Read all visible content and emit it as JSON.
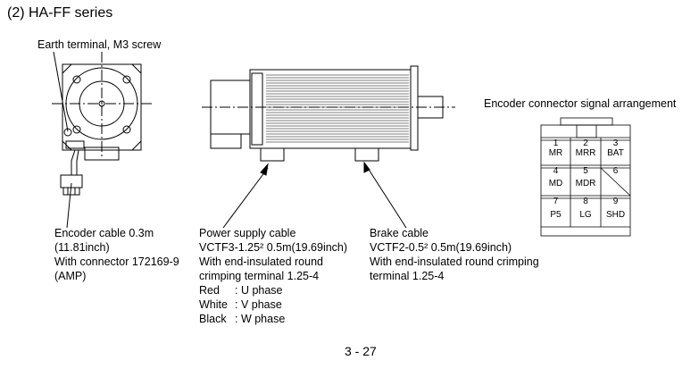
{
  "section_title": "(2) HA-FF series",
  "earth_label": "Earth terminal, M3 screw",
  "connector_title": "Encoder connector signal arrangement",
  "encoder": {
    "lines": [
      "Encoder cable 0.3m",
      "(11.81inch)",
      "With connector 172169-9",
      "(AMP)"
    ]
  },
  "power": {
    "lines": [
      "Power supply cable",
      "VCTF3-1.25² 0.5m(19.69inch)",
      "With end-insulated round",
      "crimping terminal 1.25-4"
    ],
    "phases": [
      {
        "color": "Red",
        "phase": ": U phase"
      },
      {
        "color": "White",
        "phase": ": V phase"
      },
      {
        "color": "Black",
        "phase": ": W phase"
      }
    ]
  },
  "brake": {
    "lines": [
      "Brake cable",
      "VCTF2-0.5² 0.5m(19.69inch)",
      "With end-insulated round crimping",
      "terminal 1.25-4"
    ]
  },
  "pins": {
    "row1_num": [
      "1",
      "2",
      "3"
    ],
    "row1_sig": [
      "MR",
      "MRR",
      "BAT"
    ],
    "row2_num": [
      "4",
      "5",
      "6"
    ],
    "row2_sig": [
      "MD",
      "MDR",
      ""
    ],
    "row3_num": [
      "7",
      "8",
      "9"
    ],
    "row3_sig": [
      "P5",
      "LG",
      "SHD"
    ]
  },
  "page_number": "3 -  27"
}
